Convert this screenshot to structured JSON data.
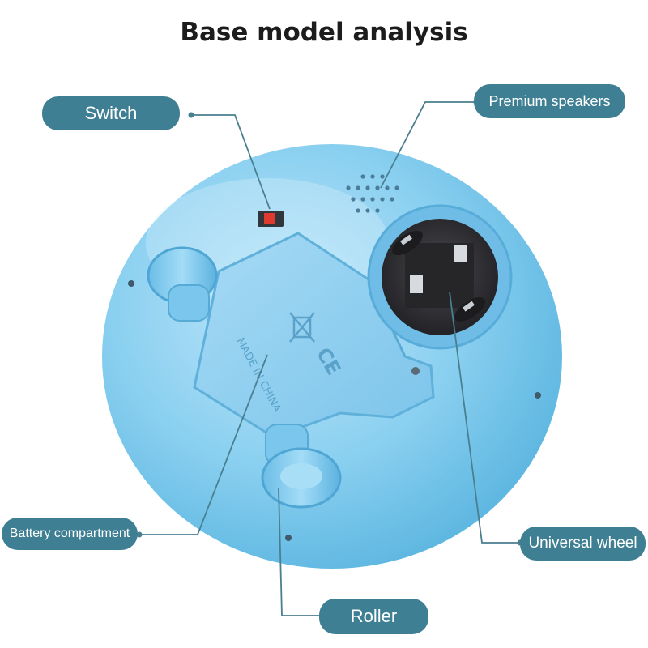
{
  "title": "Base model analysis",
  "colors": {
    "label_bg": "#3e7f93",
    "leader_line": "#4a7f90",
    "body": "#86cdee",
    "wheel_housing": "#2f2f33"
  },
  "labels": {
    "switch": "Switch",
    "speakers": "Premium speakers",
    "battery": "Battery compartment",
    "universal_wheel": "Universal wheel",
    "roller": "Roller"
  },
  "embossed": {
    "made_in_china": "MADE IN CHINA"
  }
}
